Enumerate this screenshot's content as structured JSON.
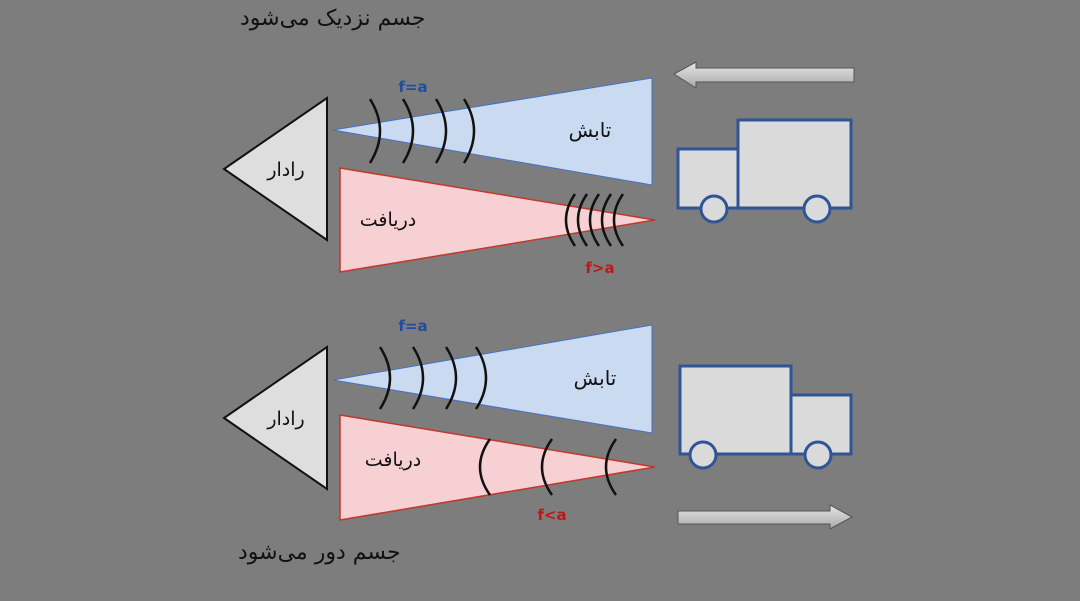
{
  "captions": {
    "approaching": "جسم نزدیک می‌شود",
    "receding": "جسم دور می‌شود"
  },
  "top_panel": {
    "radar_label": "رادار",
    "emit_label": "تابش",
    "receive_label": "دریافت",
    "emit_freq": "f=a",
    "receive_freq": "f>a",
    "arrow_direction": "left",
    "truck_facing": "left"
  },
  "bottom_panel": {
    "radar_label": "رادار",
    "emit_label": "تابش",
    "receive_label": "دریافت",
    "emit_freq": "f=a",
    "receive_freq": "f<a",
    "arrow_direction": "right",
    "truck_facing": "right"
  },
  "colors": {
    "background": "#7d7d7d",
    "emit_fill": "#c9daf1",
    "receive_fill": "#f7d0d3",
    "receive_stroke": "#c0392b",
    "emit_freq_text": "#1f4e9c",
    "receive_freq_text": "#c0171b",
    "truck_fill": "#dadada",
    "truck_stroke": "#2f5597",
    "radar_fill": "#dedede"
  }
}
